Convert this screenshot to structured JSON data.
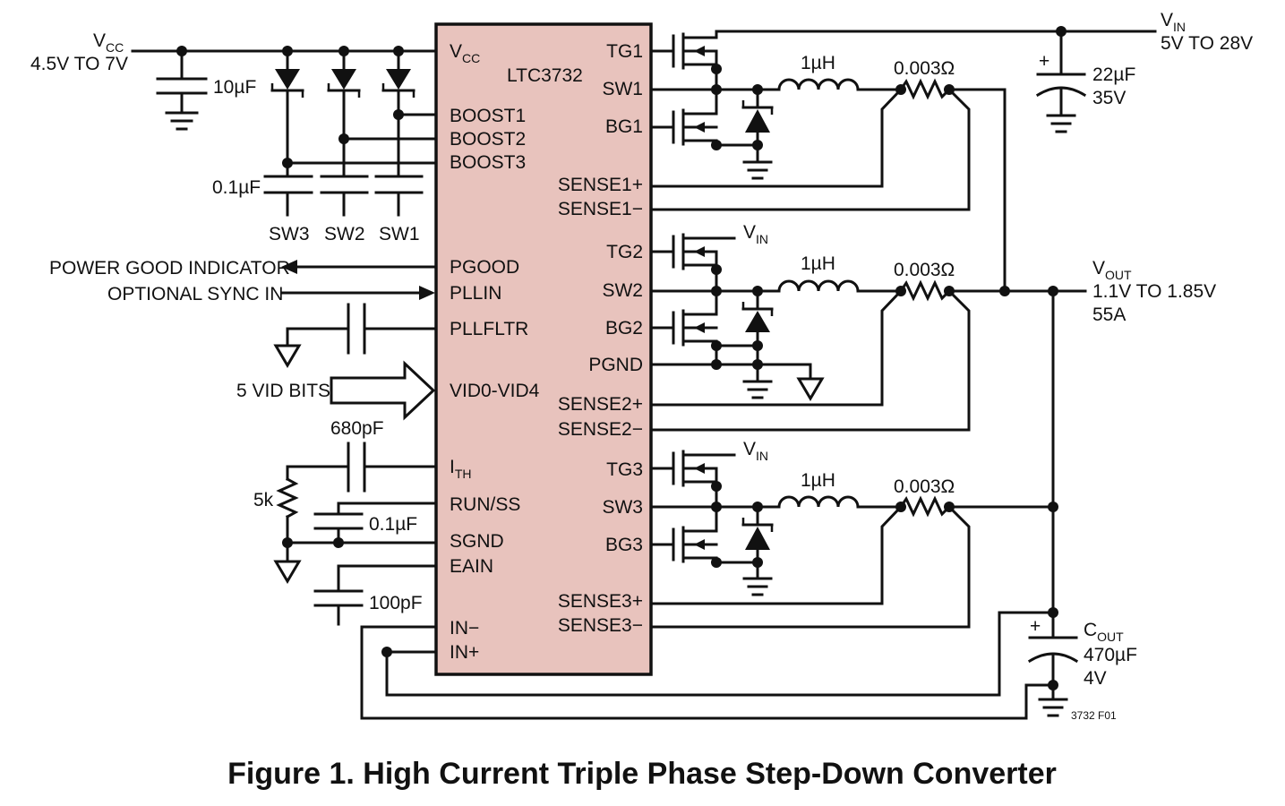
{
  "ic": {
    "name": "LTC3732",
    "color": "#e8c3bd",
    "left_pins": [
      "VCC",
      "BOOST1",
      "BOOST2",
      "BOOST3",
      "PGOOD",
      "PLLIN",
      "PLLFLTR",
      "VID0-VID4",
      "ITH",
      "RUN/SS",
      "SGND",
      "EAIN",
      "IN−",
      "IN+"
    ],
    "right_pins": [
      "TG1",
      "SW1",
      "BG1",
      "SENSE1+",
      "SENSE1−",
      "TG2",
      "SW2",
      "BG2",
      "PGND",
      "SENSE2+",
      "SENSE2−",
      "TG3",
      "SW3",
      "BG3",
      "SENSE3+",
      "SENSE3−"
    ]
  },
  "labels": {
    "vcc_main": "V",
    "vcc_sub": "CC",
    "vcc_range": "4.5V TO 7V",
    "cap_10uf": "10µF",
    "cap_0_1uf": "0.1µF",
    "sw3": "SW3",
    "sw2": "SW2",
    "sw1": "SW1",
    "power_good": "POWER GOOD INDICATOR",
    "sync_in": "OPTIONAL SYNC IN",
    "vid_bits": "5 VID BITS",
    "cap_680pf": "680pF",
    "res_5k": "5k",
    "cap_0_1uf_b": "0.1µF",
    "cap_100pf": "100pF",
    "vin_main": "V",
    "vin_sub": "IN",
    "vin_range": "5V TO 28V",
    "cin_val": "22µF",
    "cin_volt": "35V",
    "inductor": "1µH",
    "sense_res": "0.003Ω",
    "vout_main": "V",
    "vout_sub": "OUT",
    "vout_range": "1.1V TO 1.85V",
    "vout_current": "55A",
    "cout_main": "C",
    "cout_sub": "OUT",
    "cout_val": "470µF",
    "cout_volt": "4V",
    "figure_code": "3732 F01",
    "plus": "+"
  },
  "caption": "Figure 1. High Current Triple Phase Step-Down Converter"
}
